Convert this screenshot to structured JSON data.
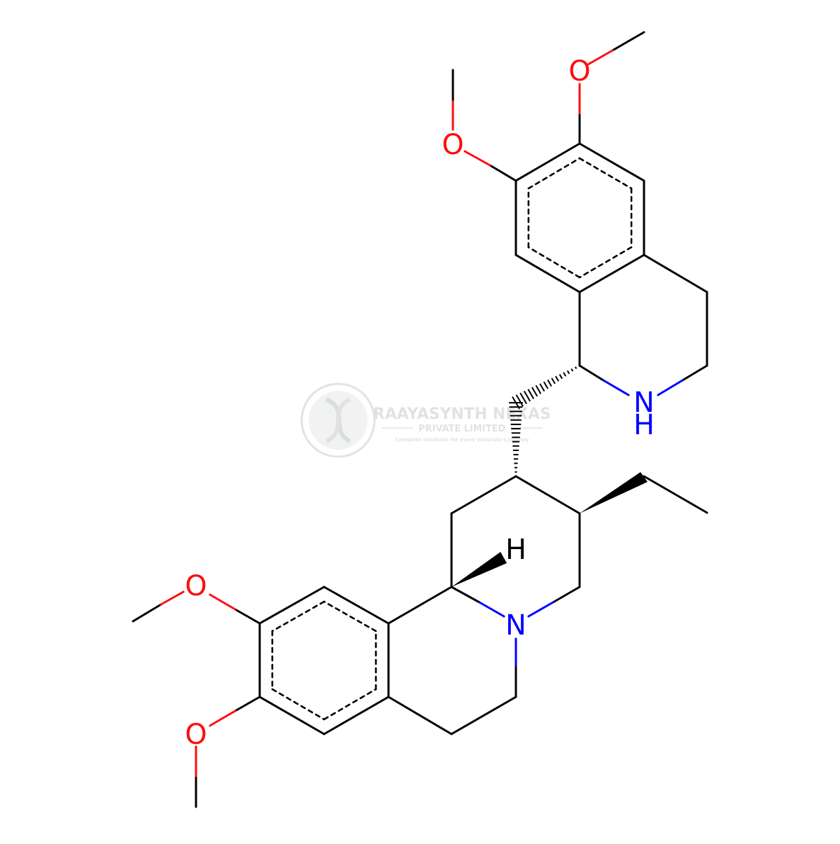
{
  "watermark": {
    "company": "RAAYASYNTH NEXAS",
    "subtitle": "PRIVATE LIMITED",
    "tagline": "Complete solutions for every molecule's journey"
  },
  "atom_labels": {
    "o_top_right": "O",
    "o_top_left": "O",
    "n_amine": "N",
    "h_amine": "H",
    "h_stereo": "H",
    "o_bottom_upper": "O",
    "n_ring": "N",
    "o_bottom_lower": "O"
  },
  "colors": {
    "bond": "#000000",
    "oxygen": "#ff0d0d",
    "nitrogen": "#0000ff",
    "watermark": "#c9cbc9"
  }
}
